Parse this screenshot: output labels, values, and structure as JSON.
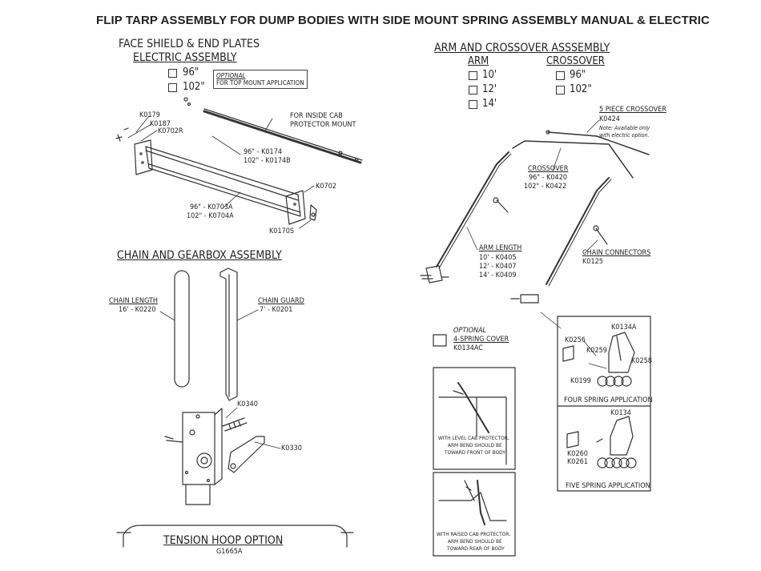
{
  "title": "FLIP TARP ASSEMBLY FOR DUMP BODIES WITH SIDE MOUNT SPRING ASSEMBLY MANUAL & ELECTRIC",
  "face_shield": {
    "heading1": "FACE SHIELD & END PLATES",
    "heading2": "ELECTRIC ASSEMBLY",
    "options": [
      "96\"",
      "102\""
    ],
    "optional_title": "OPTIONAL",
    "optional_text": "FOR TOP MOUNT APPLICATION",
    "parts": {
      "k0179": "K0179",
      "k0187": "K0187",
      "k0702r": "K0702R",
      "protector_1": "FOR INSIDE CAB",
      "protector_2": "PROTECTOR MOUNT",
      "k0174_1": "96\" - K0174",
      "k0174_2": "102\" - K0174B",
      "k0702": "K0702",
      "k0703_1": "96\" - K0703A",
      "k0703_2": "102\" - K0704A",
      "k0170s": "K0170S"
    }
  },
  "arm_crossover": {
    "heading": "ARM AND CROSSOVER ASSSEMBLY",
    "arm_label": "ARM",
    "arm_options": [
      "10'",
      "12'",
      "14'"
    ],
    "crossover_label": "CROSSOVER",
    "crossover_options": [
      "96\"",
      "102\""
    ],
    "parts": {
      "five_piece": "5 PIECE CROSSOVER",
      "k0424": "K0424",
      "note_1": "Note: Available only",
      "note_2": "with electric option.",
      "crossover": "CROSSOVER",
      "crossover_96": "96\" - K0420",
      "crossover_102": "102\" - K0422",
      "arm_length": "ARM LENGTH",
      "arm_10": "10' - K0405",
      "arm_12": "12' - K0407",
      "arm_14": "14' - K0409",
      "chain_connectors": "CHAIN CONNECTORS",
      "k0125": "K0125"
    }
  },
  "chain_gearbox": {
    "heading": "CHAIN AND GEARBOX ASSEMBLY",
    "chain_length": "CHAIN LENGTH",
    "chain_length_part": "16' - K0220",
    "chain_guard": "CHAIN GUARD",
    "chain_guard_part": "7' - K0201",
    "k0340": "K0340",
    "k0330": "K0330"
  },
  "tension_hoop": {
    "heading": "TENSION HOOP OPTION",
    "part": "G1665A"
  },
  "spring_cover": {
    "optional": "OPTIONAL",
    "name": "4-SPRING COVER",
    "part": "K0134AC"
  },
  "springs": {
    "k0256": "K0256",
    "k0134a": "K0134A",
    "k0259": "K0259",
    "k0258": "K0258",
    "k0199": "K0199",
    "four": "FOUR SPRING APPLICATION",
    "k0134": "K0134",
    "k0260": "K0260",
    "k0261": "K0261",
    "five": "FIVE SPRING APPLICATION"
  },
  "cab_notes": {
    "level_1": "WITH LEVEL CAB PROTECTOR,",
    "level_2": "ARM BEND SHOULD BE",
    "level_3": "TOWARD FRONT OF BODY",
    "raised_1": "WITH RAISED CAB PROTECTOR,",
    "raised_2": "ARM BEND SHOULD BE",
    "raised_3": "TOWARD REAR OF BODY"
  }
}
